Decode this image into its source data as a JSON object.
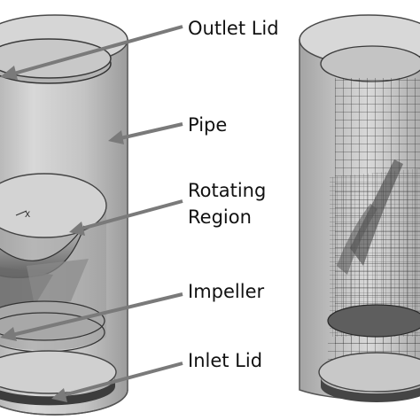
{
  "labels": {
    "outlet_lid": "Outlet Lid",
    "pipe": "Pipe",
    "rotating_line1": "Rotating",
    "rotating_line2": "Region",
    "impeller": "Impeller",
    "inlet_lid": "Inlet Lid"
  },
  "axis_glyphs": {
    "x": "X"
  },
  "colors": {
    "arrow": "#7a7a7a",
    "outline": "#3a3a3a",
    "pipe_fill": "#cfcfcf",
    "dark": "#4a4a4a"
  }
}
